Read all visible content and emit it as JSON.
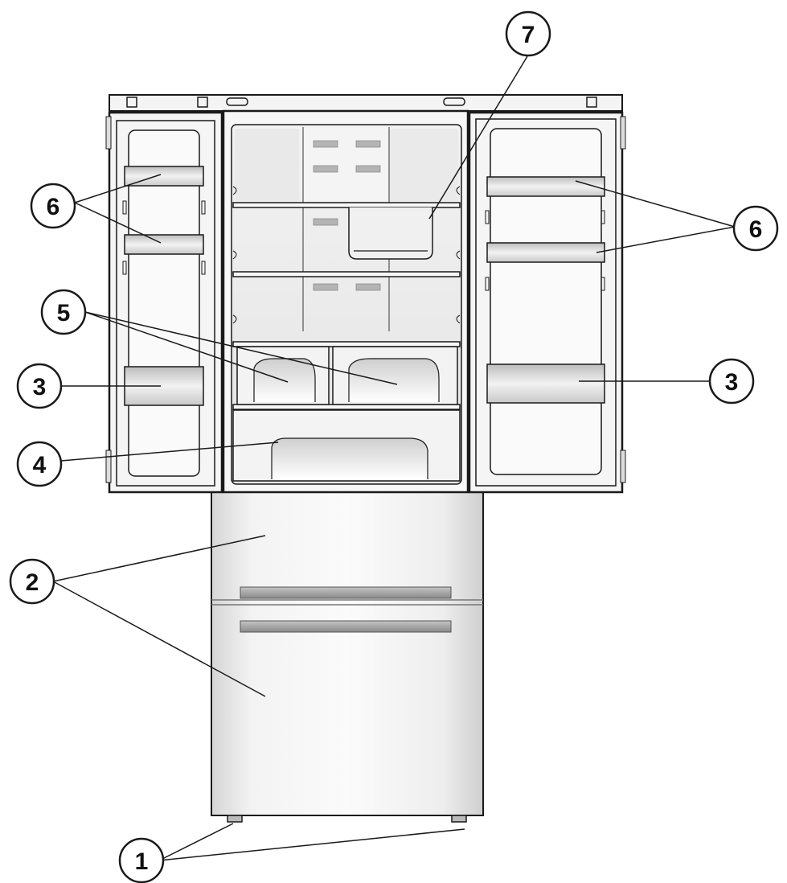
{
  "callouts": [
    {
      "id": "c1",
      "number": "1",
      "part": "adjustable-feet"
    },
    {
      "id": "c2",
      "number": "2",
      "part": "freezer-drawers"
    },
    {
      "id": "c3",
      "number": "3",
      "part": "large-door-bins"
    },
    {
      "id": "c4",
      "number": "4",
      "part": "bottom-drawer"
    },
    {
      "id": "c5",
      "number": "5",
      "part": "crisper-drawers"
    },
    {
      "id": "c6",
      "number": "6",
      "part": "small-door-shelves"
    },
    {
      "id": "c7",
      "number": "7",
      "part": "egg-tray"
    }
  ],
  "colors": {
    "stroke": "#1a1a1a",
    "panel_light": "#f4f4f4",
    "panel_mid": "#dcdcdc",
    "handle": "#9a9a9a"
  }
}
